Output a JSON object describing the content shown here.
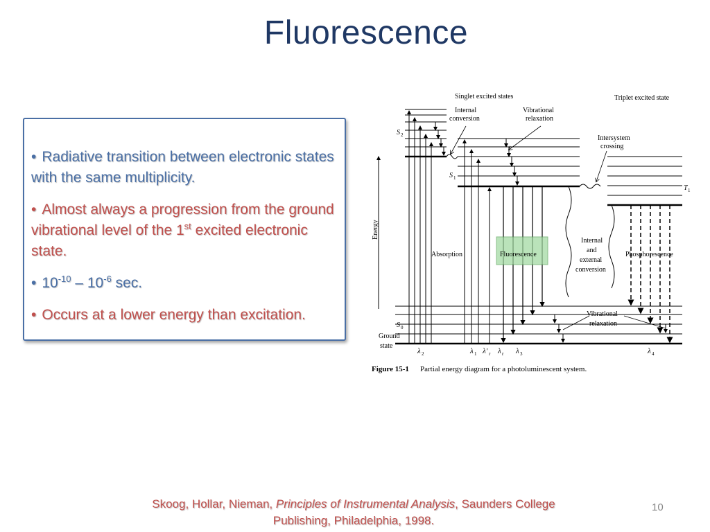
{
  "slide": {
    "title": "Fluorescence",
    "page_number": "10"
  },
  "bullets": {
    "b1_text": "Radiative transition between electronic states with the same multiplicity.",
    "b2_text_a": "Almost always a progression from the ground vibrational level of the 1",
    "b2_sup": "st",
    "b2_text_b": " excited electronic state.",
    "b3_base1": "10",
    "b3_exp1": "-10",
    "b3_mid": " – 10",
    "b3_exp2": "-6",
    "b3_tail": " sec.",
    "b4_text": "Occurs at a lower energy than excitation.",
    "bullet_glyph": "•",
    "colors": {
      "blue": "#4a6fa5",
      "red": "#c0504d"
    }
  },
  "figure": {
    "singlet_label": "Singlet excited states",
    "triplet_label": "Triplet excited state",
    "internal_conversion_line1": "Internal",
    "internal_conversion_line2": "conversion",
    "vibrational_relaxation_top_line1": "Vibrational",
    "vibrational_relaxation_top_line2": "relaxation",
    "intersystem_line1": "Intersystem",
    "intersystem_line2": "crossing",
    "s2": "S",
    "s2_sub": "2",
    "s1": "S",
    "s1_sub": "1",
    "s0": "S",
    "s0_sub": "0",
    "t1": "T",
    "t1_sub": "1",
    "energy_label": "Energy",
    "absorption_label": "Absorption",
    "fluorescence_label": "Fluorescence",
    "internal_ext_line1": "Internal",
    "internal_ext_line2": "and",
    "internal_ext_line3": "external",
    "internal_ext_line4": "conversion",
    "phosphorescence_label": "Phosphorescence",
    "vibrational_relaxation_bottom_line1": "Vibrational",
    "vibrational_relaxation_bottom_line2": "relaxation",
    "ground_line1": "Ground",
    "ground_line2": "state",
    "lambda2": "λ",
    "lambda2_sub": "2",
    "lambda1": "λ",
    "lambda1_sub": "1",
    "lambda1p": "λ′",
    "lambda1p_sub": "r",
    "lambdar": "λ",
    "lambdar_sub": "r",
    "lambda3": "λ",
    "lambda3_sub": "3",
    "lambda4": "λ",
    "lambda4_sub": "4",
    "caption_bold": "Figure 15-1",
    "caption_text": "Partial energy diagram for a photoluminescent system.",
    "highlight_color": "#9ed89e"
  },
  "citation": {
    "authors": "Skoog, Hollar, Nieman, ",
    "book_title": "Principles of Instrumental Analysis",
    "publisher": ", Saunders College Publishing, Philadelphia, 1998."
  }
}
